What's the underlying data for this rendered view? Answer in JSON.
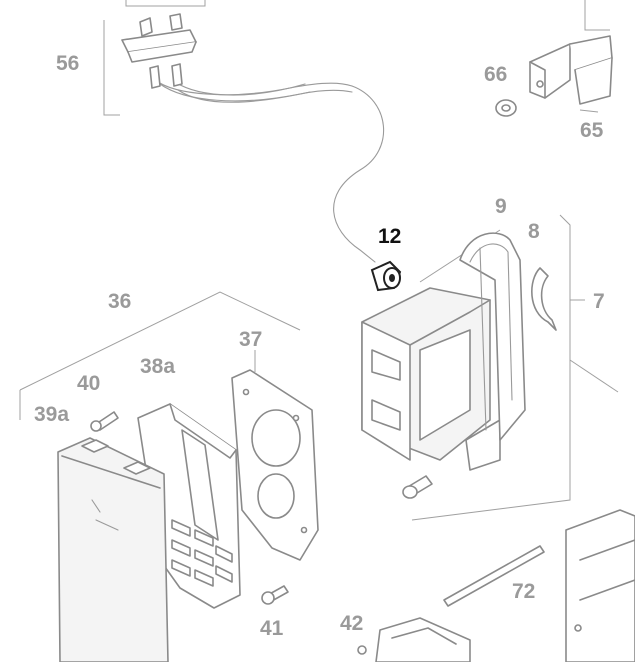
{
  "diagram": {
    "callouts": {
      "c56": "56",
      "c66": "66",
      "c65": "65",
      "c9": "9",
      "c12": "12",
      "c8": "8",
      "c7": "7",
      "c36": "36",
      "c37": "37",
      "c38a": "38a",
      "c40": "40",
      "c39a": "39a",
      "c41": "41",
      "c72": "72",
      "c42": "42"
    },
    "highlighted_callout": "12",
    "colors": {
      "line": "#8a8a8a",
      "label": "#9a9a9a",
      "highlight": "#111111",
      "background": "#ffffff"
    }
  }
}
